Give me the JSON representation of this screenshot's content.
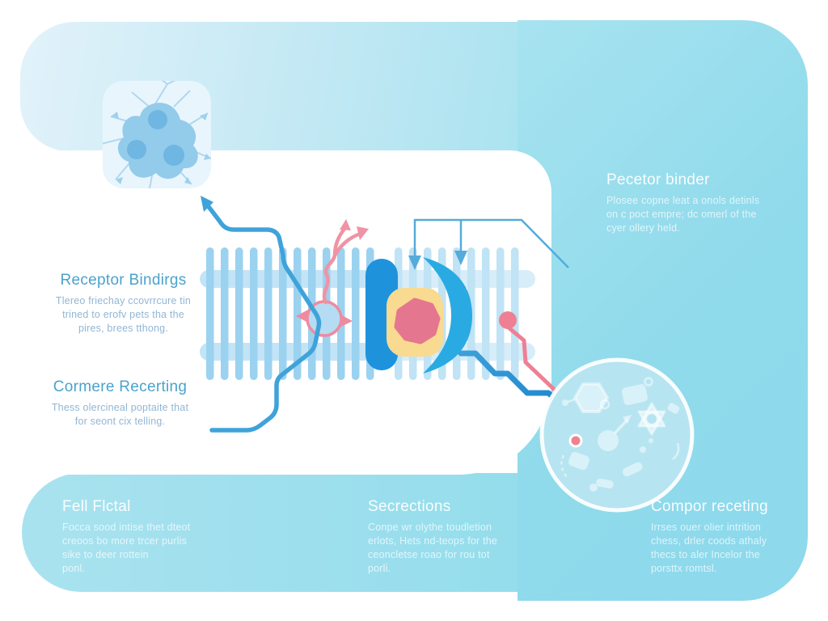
{
  "diagram_title": "",
  "blocks": {
    "receptor_bindings": {
      "title": "Receptor Bindirgs",
      "lines": [
        "Tlereo friechay ccovrrcure tin",
        "trined to erofv pets tha the",
        "pires, brees tthong."
      ]
    },
    "cormere_recerting": {
      "title": "Cormere Recerting",
      "lines": [
        "Thess olercineal poptaite that",
        "for seont cix telling."
      ]
    },
    "pecetor_binder": {
      "title": "Pecetor binder",
      "lines": [
        "Plosee copne leat a onols detinls",
        "on c poct empre; dc omerl of the",
        "cyer ollery held."
      ]
    },
    "fell_flctal": {
      "title": "Fell Flctal",
      "lines": [
        "Focca sood intise thet dteot",
        "creoos bo more trcer purlis",
        "sike to deer rottein",
        "ponl."
      ]
    },
    "secrections": {
      "title": "Secrections",
      "lines": [
        "Conpe wr olythe toudletion",
        "erlots, Hets nd-teops for the",
        "ceoncletse roao for rou tot",
        "porli."
      ]
    },
    "compor_receting": {
      "title": "Compor receting",
      "lines": [
        "Irrses ouer olier intrition",
        "chess, drler coods athaly",
        "thecs to aler Incelor the",
        "porsttx romtsl."
      ]
    }
  },
  "colors": {
    "background_cyan": "#8fdaeb",
    "background_light_band": "#d9eef8",
    "white_panel": "#ffffff",
    "membrane_picket": "#9bd2f0",
    "membrane_rail": "#c3e4f6",
    "receptor_capsule_blue": "#1e93dc",
    "receptor_crescent_blue": "#2aaae2",
    "receptor_core_yellow": "#f8da90",
    "receptor_core_pink": "#e5768f",
    "signal_pink": "#ef93a4",
    "pathway_blue": "#3fa3da",
    "thin_arrow_blue": "#55abdb",
    "inset_fill": "#b7e4f1",
    "title_blue": "#4aa3cc",
    "body_blue_gray": "#92b6d5",
    "neuron_cell": "#93cbeb",
    "neuron_nucleus": "#6fb6e2"
  }
}
